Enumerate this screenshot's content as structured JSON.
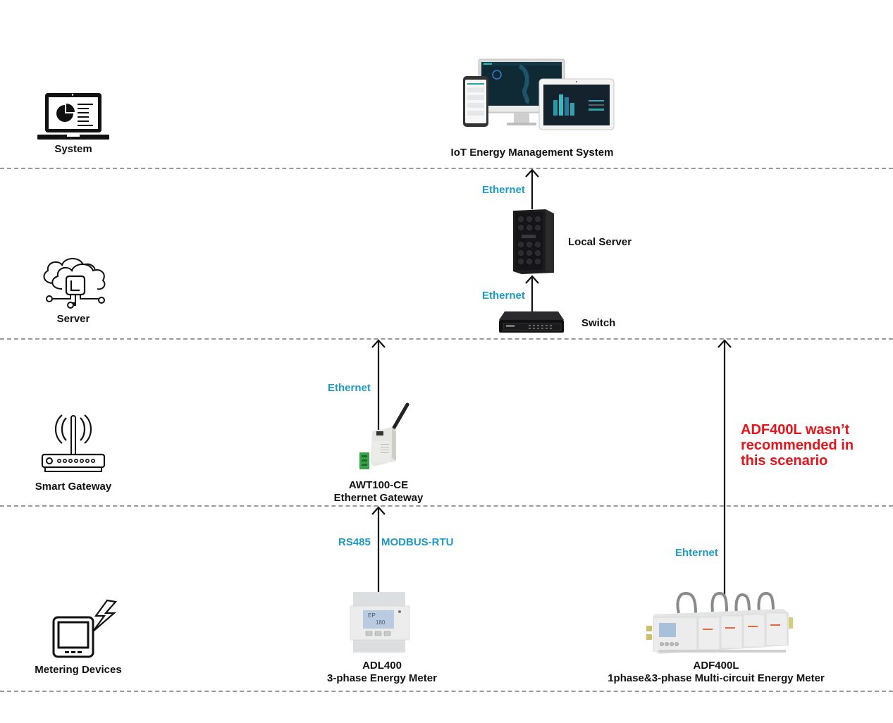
{
  "tiers": [
    {
      "id": "system",
      "label": "System",
      "icon": "laptop-chart-icon"
    },
    {
      "id": "server",
      "label": "Server",
      "icon": "cloud-chip-icon"
    },
    {
      "id": "gateway",
      "label": "Smart Gateway",
      "icon": "router-antenna-icon"
    },
    {
      "id": "metering",
      "label": "Metering Devices",
      "icon": "meter-lightning-icon"
    }
  ],
  "devices": {
    "iot_system": {
      "label": "IoT Energy Management System"
    },
    "local_server": {
      "label": "Local Server"
    },
    "switch": {
      "label": "Switch"
    },
    "gateway": {
      "line1": "AWT100-CE",
      "line2": "Ethernet Gateway"
    },
    "adl400": {
      "line1": "ADL400",
      "line2": "3-phase Energy Meter"
    },
    "adf400l": {
      "line1": "ADF400L",
      "line2": "1phase&3-phase Multi-circuit Energy Meter"
    }
  },
  "protocols": {
    "server_to_system": "Ethernet",
    "switch_to_server": "Ethernet",
    "gateway_to_switch": "Ethernet",
    "meter_to_gateway_a": "RS485",
    "meter_to_gateway_b": "MODBUS-RTU",
    "adf400l_link": "Ehternet"
  },
  "note": {
    "line1": "ADF400L wasn’t",
    "line2": "recommended in",
    "line3": "this scenario"
  },
  "colors": {
    "protocol": "#1e9ac4",
    "note": "#e8141a",
    "divider": "#9a9a9a"
  }
}
